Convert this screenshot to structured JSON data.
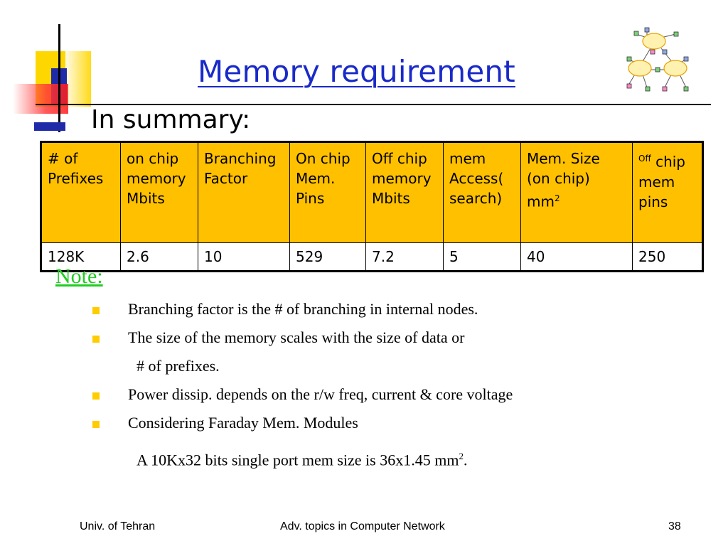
{
  "slide": {
    "title": "Memory requirement",
    "subtitle": "In summary:",
    "table": {
      "headers": [
        "# of Prefixes",
        " on chip memory Mbits",
        "Branching Factor",
        "On chip Mem. Pins",
        "Off chip memory Mbits",
        "mem Access( search)",
        "Mem. Size (on chip) mm",
        "chip mem pins"
      ],
      "header_sup_mm": "2",
      "header_sup_off": "Off",
      "row": [
        "128K",
        "2.6",
        "10",
        "529",
        "7.2",
        "5",
        "40",
        "250"
      ]
    },
    "note_label": "Note:",
    "bullets": [
      "Branching factor is the # of branching in internal nodes.",
      "The size of the memory scales with the size of data or",
      "# of prefixes.",
      "Power dissip. depends on the r/w freq, current & core voltage",
      "Considering Faraday Mem. Modules"
    ],
    "final_line": "A 10Kx32 bits single port mem size is 36x1.45 mm",
    "final_sup": "2",
    "final_end": "."
  },
  "footer": {
    "left": "Univ. of Tehran",
    "center": "Adv. topics in Computer Network",
    "page": "38"
  },
  "colors": {
    "title": "#1a2ac8",
    "header_fill": "#ffc000",
    "note": "#22cc22",
    "bullet": "#ffcc00"
  }
}
